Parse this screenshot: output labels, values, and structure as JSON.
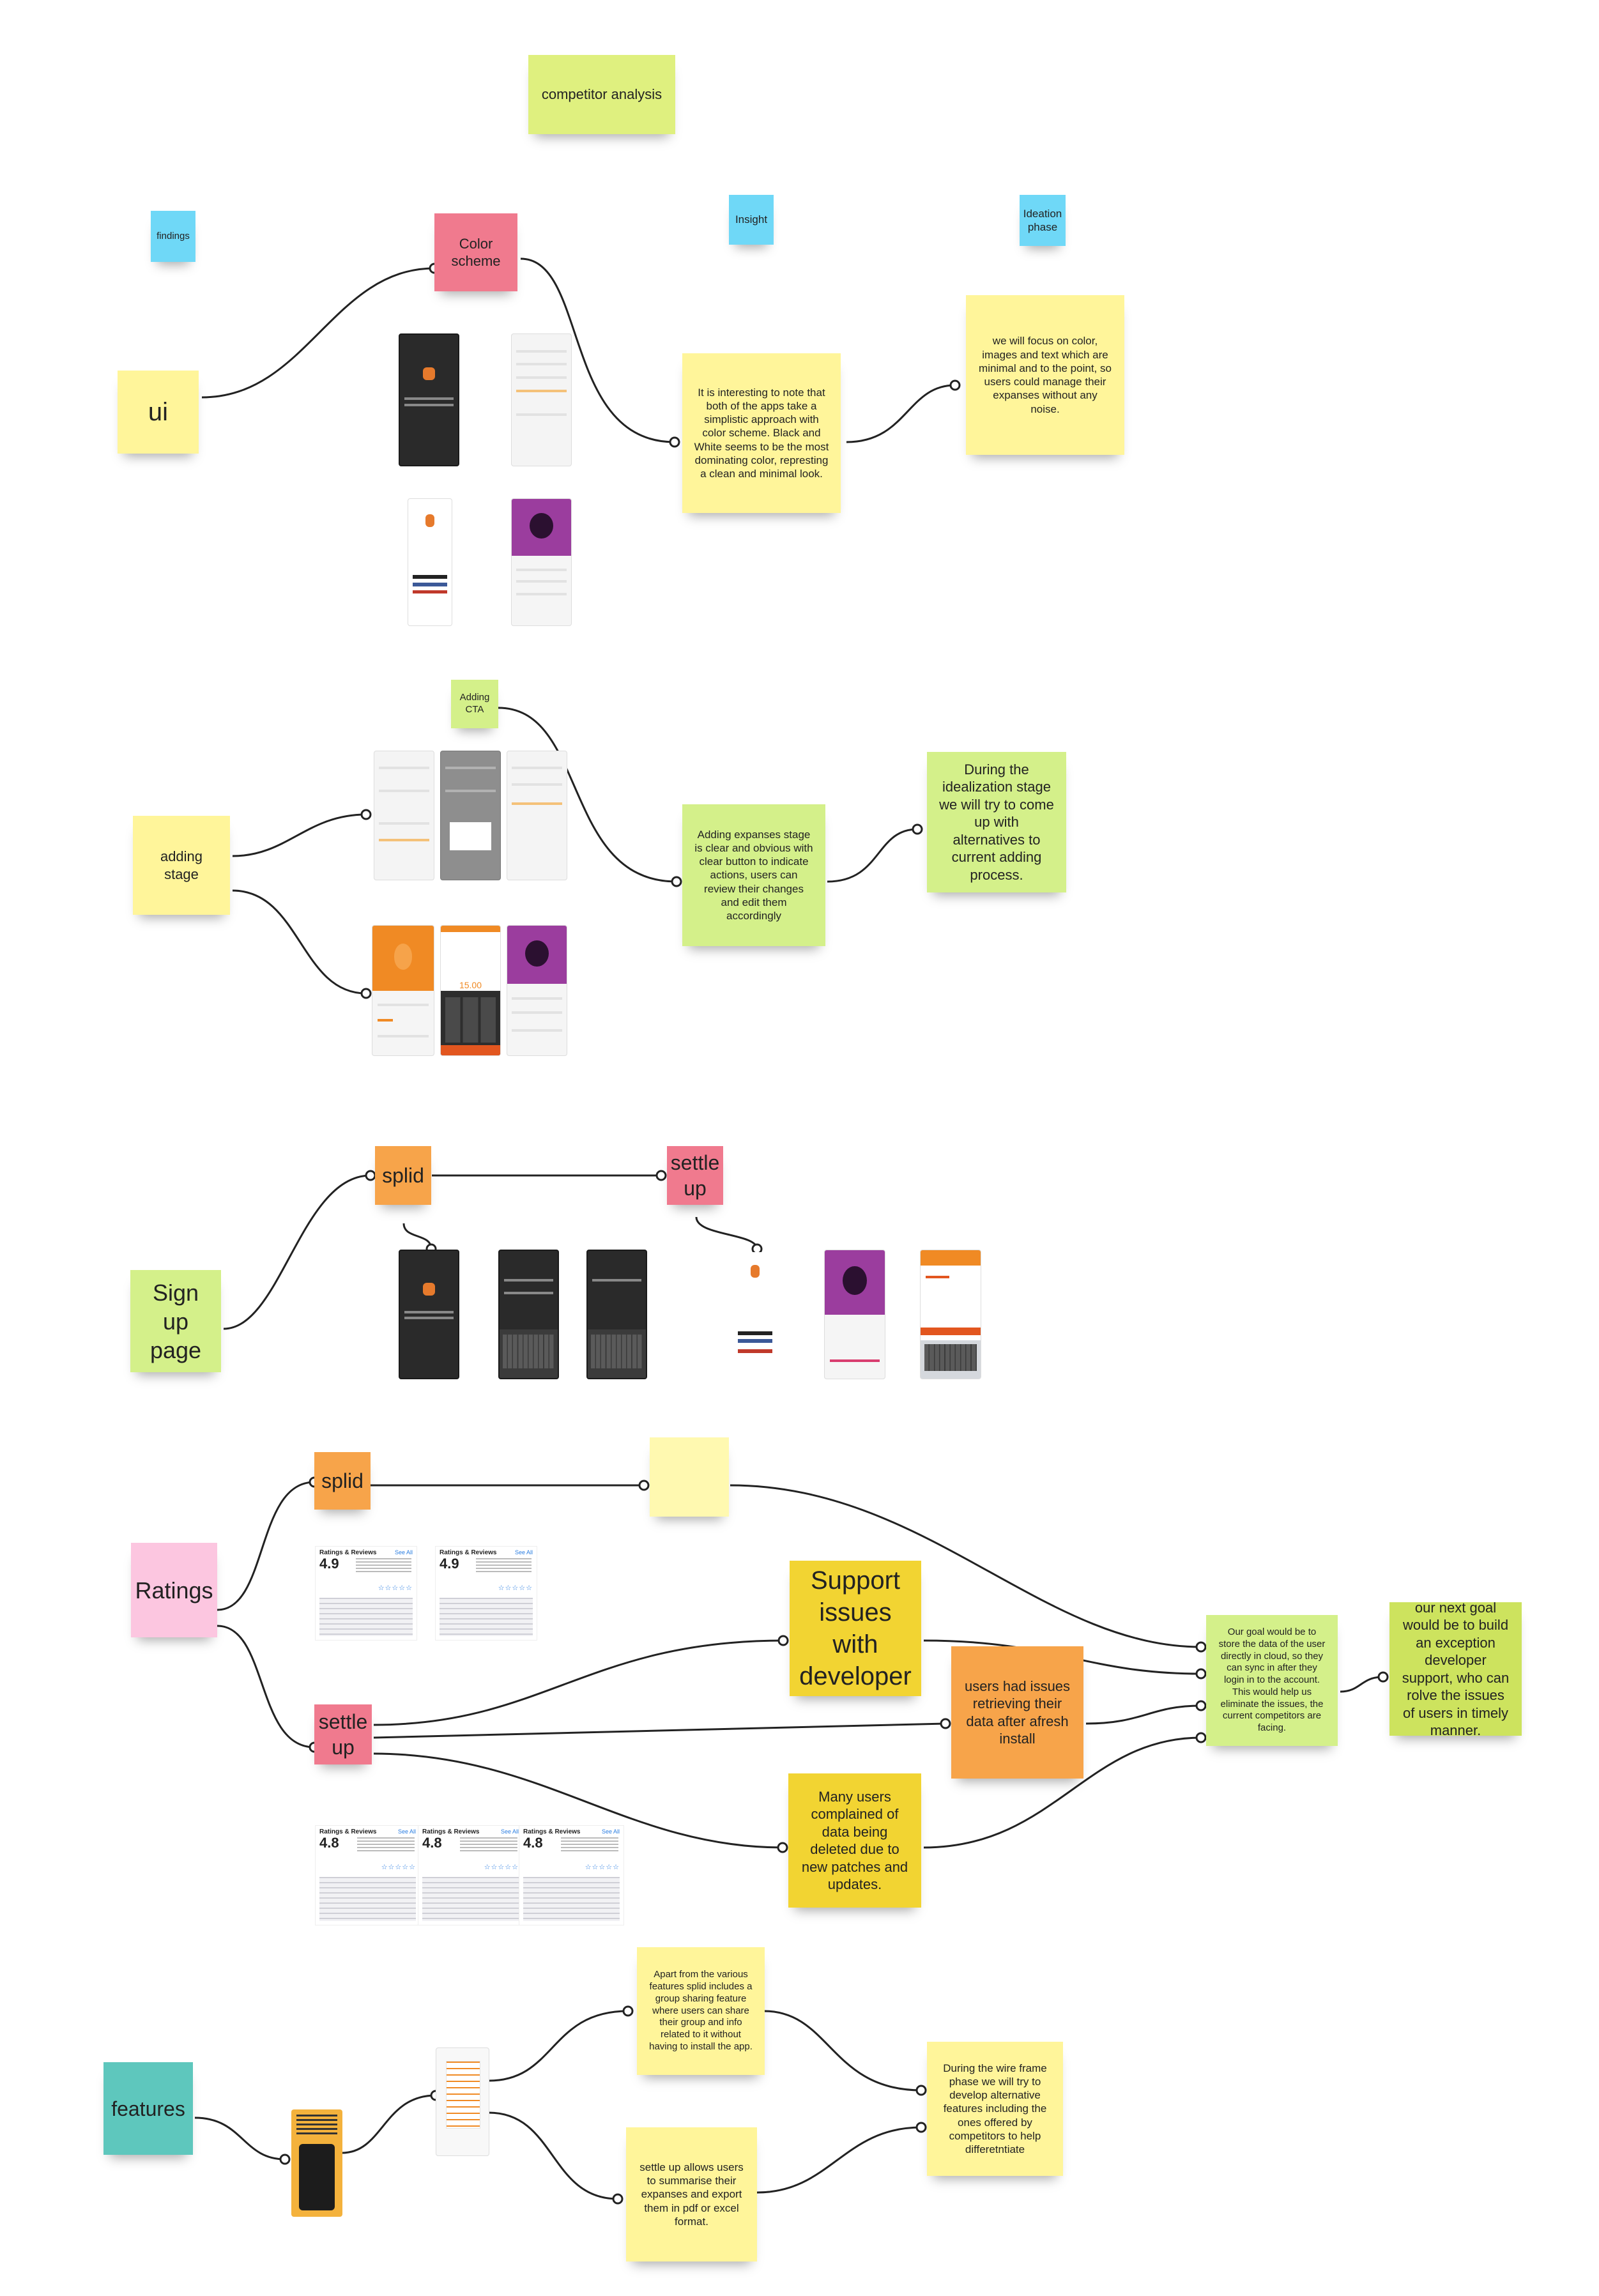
{
  "board": {
    "title": "competitor analysis",
    "findings": "findings",
    "insight": "Insight",
    "ideation": "Ideation phase"
  },
  "ui_section": {
    "ui": "ui",
    "color_scheme": "Color scheme",
    "insight_note": "It is interesting to note that both of the apps take a simplistic approach with color scheme. Black and White seems to be the most dominating color, represting a clean and minimal look.",
    "ideation_note": "we will focus on color, images and text which are minimal and to the point, so users could manage their expanses without any noise."
  },
  "adding_section": {
    "stage": "adding stage",
    "cta": "Adding CTA",
    "insight_note": "Adding expanses stage is clear and obvious with clear button to indicate actions, users can review their changes and edit them accordingly",
    "ideation_note": "During the idealization stage we will try to come up with alternatives to current adding process.",
    "amount": "15.00"
  },
  "signup_section": {
    "label": "Sign up page",
    "splid": "splid",
    "settle_up": "settle up"
  },
  "ratings_section": {
    "label": "Ratings",
    "splid": "splid",
    "settle_up": "settle up",
    "support": "Support issues with developer",
    "retrieving": "users had issues retrieving their data after afresh install",
    "deleted": "Many users complained of data being deleted due to new patches and updates.",
    "goal_note": "Our goal would be to store the data of the user directly in cloud, so they can sync in after they login in to the account. This would help us eliminate the issues, the current competitors are facing.",
    "next_goal": "our next goal would be to build an exception developer support, who can rolve the issues of users in timely manner.",
    "cards": [
      {
        "title": "Ratings & Reviews",
        "see_all": "See All",
        "score": "4.9"
      },
      {
        "title": "Ratings & Reviews",
        "see_all": "See All",
        "score": "4.9"
      },
      {
        "title": "Ratings & Reviews",
        "see_all": "See All",
        "score": "4.8"
      },
      {
        "title": "Ratings & Reviews",
        "see_all": "See All",
        "score": "4.8"
      },
      {
        "title": "Ratings & Reviews",
        "see_all": "See All",
        "score": "4.8"
      }
    ],
    "stars": "☆☆☆☆☆"
  },
  "features_section": {
    "label": "features",
    "splid_note": "Apart from the various features splid includes a group sharing feature where users can share their group and info related to it without having to install the app.",
    "settle_note": "settle up allows users to summarise their expanses and export them in pdf or excel format.",
    "wireframe_note": "During the wire frame phase we will try to develop alternative features including the ones offered by competitors to help differetntiate"
  },
  "colors": {
    "yellow": "#fff59a",
    "green": "#d4f08a",
    "blue": "#6fd8f7",
    "pink": "#f07a8e",
    "orange": "#f7a44a",
    "gold": "#f2d432",
    "rose": "#fcc6e0",
    "teal": "#5ec7bd"
  }
}
